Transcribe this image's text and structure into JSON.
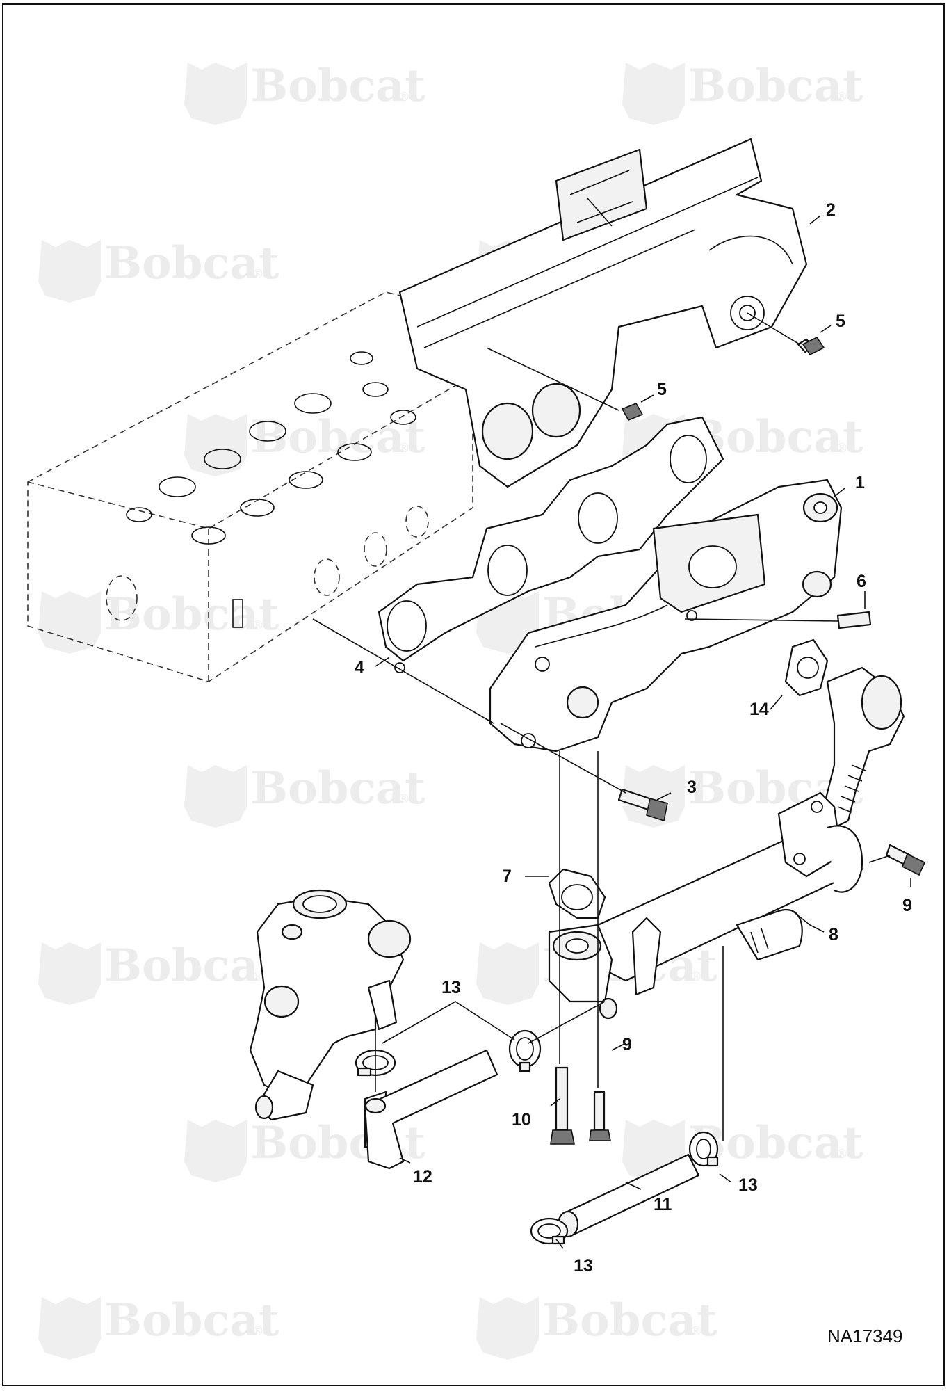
{
  "figure": {
    "id": "NA17349",
    "watermark": "Bobcat",
    "watermark_mark": "®"
  },
  "callouts": [
    {
      "label": "1"
    },
    {
      "label": "2"
    },
    {
      "label": "3"
    },
    {
      "label": "4"
    },
    {
      "label": "5"
    },
    {
      "label": "5"
    },
    {
      "label": "6"
    },
    {
      "label": "7"
    },
    {
      "label": "8"
    },
    {
      "label": "9"
    },
    {
      "label": "9"
    },
    {
      "label": "10"
    },
    {
      "label": "11"
    },
    {
      "label": "12"
    },
    {
      "label": "13"
    },
    {
      "label": "13"
    },
    {
      "label": "13"
    },
    {
      "label": "14"
    }
  ],
  "colors": {
    "line": "#111111",
    "watermark": "#ececec",
    "background": "#ffffff"
  }
}
